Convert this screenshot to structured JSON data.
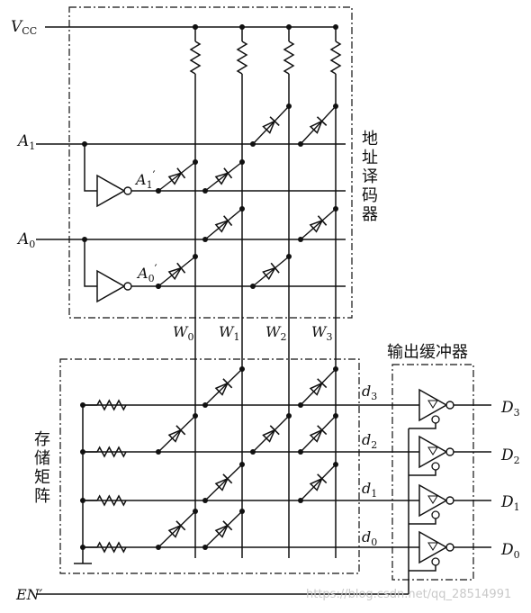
{
  "inputs": {
    "vcc": "V",
    "vcc_sub": "CC",
    "a1": "A",
    "a1_sub": "1",
    "a0": "A",
    "a0_sub": "0",
    "a1n": "A",
    "a1n_sub": "1",
    "a1n_prime": "′",
    "a0n": "A",
    "a0n_sub": "0",
    "a0n_prime": "′",
    "en": "EN′"
  },
  "word_lines": [
    {
      "label": "W",
      "sub": "0"
    },
    {
      "label": "W",
      "sub": "1"
    },
    {
      "label": "W",
      "sub": "2"
    },
    {
      "label": "W",
      "sub": "3"
    }
  ],
  "bit_lines": [
    {
      "label": "d",
      "sub": "3"
    },
    {
      "label": "d",
      "sub": "2"
    },
    {
      "label": "d",
      "sub": "1"
    },
    {
      "label": "d",
      "sub": "0"
    }
  ],
  "outputs": [
    {
      "label": "D",
      "sub": "3"
    },
    {
      "label": "D",
      "sub": "2"
    },
    {
      "label": "D",
      "sub": "1"
    },
    {
      "label": "D",
      "sub": "0"
    }
  ],
  "blocks": {
    "decoder": "地址译码器",
    "matrix": "存储矩阵",
    "buffer": "输出缓冲器"
  },
  "watermark": "https://blog.csdn.net/qq_28514991"
}
